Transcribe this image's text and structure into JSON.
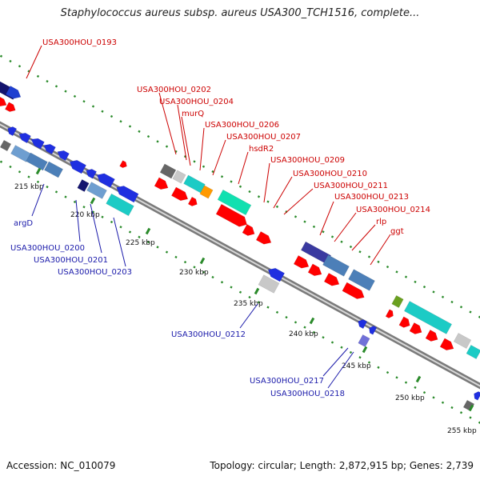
{
  "map": {
    "title": "Staphylococcus aureus subsp. aureus USA300_TCH1516, complete...",
    "accession_text": "Accession: NC_010079",
    "summary_text": "Topology: circular; Length: 2,872,915 bp; Genes: 2,739"
  },
  "ticks": [
    "215 kbp",
    "220 kbp",
    "225 kbp",
    "230 kbp",
    "235 kbp",
    "240 kbp",
    "245 kbp",
    "250 kbp",
    "255 kbp"
  ],
  "forward_labels": [
    "USA300HOU_0193",
    "USA300HOU_0202",
    "USA300HOU_0204",
    "murQ",
    "USA300HOU_0206",
    "USA300HOU_0207",
    "hsdR2",
    "USA300HOU_0209",
    "USA300HOU_0210",
    "USA300HOU_0211",
    "USA300HOU_0213",
    "USA300HOU_0214",
    "rlp",
    "ggt"
  ],
  "reverse_labels": [
    "argD",
    "USA300HOU_0200",
    "USA300HOU_0201",
    "USA300HOU_0203",
    "USA300HOU_0212",
    "USA300HOU_0217",
    "USA300HOU_0218"
  ],
  "colors": {
    "forward_label": "#cc0000",
    "reverse_label": "#1a1aaa",
    "cds_forward": "#ff0000",
    "cds_reverse": "#0000ff",
    "backbone": "#888888",
    "gc_skew": "#2a8a2a"
  }
}
